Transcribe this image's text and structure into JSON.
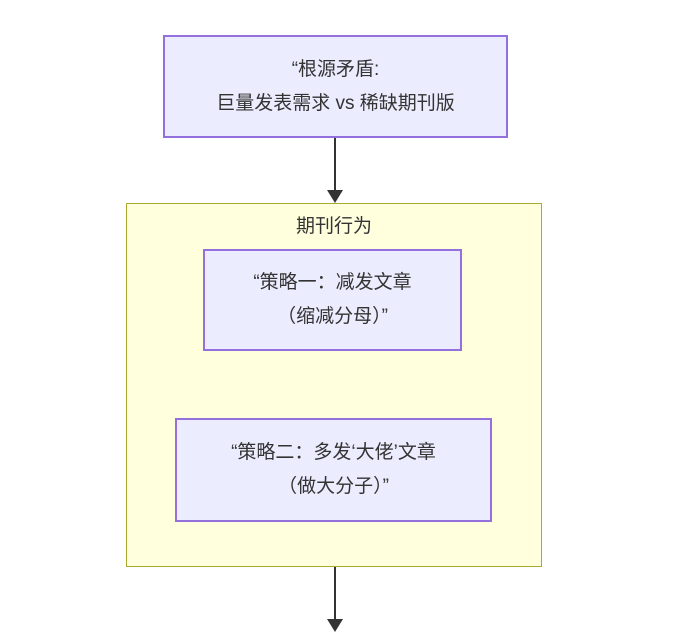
{
  "diagram": {
    "type": "flowchart",
    "direction": "top-down",
    "nodes": {
      "root": {
        "line1": "“根源矛盾:",
        "line2": "巨量发表需求 vs 稀缺期刊版"
      },
      "strategy1": {
        "line1": "“策略一：减发文章",
        "line2": "（缩减分母）”"
      },
      "strategy2": {
        "line1": "“策略二：多发‘大佬’文章",
        "line2": "（做大分子）”"
      }
    },
    "cluster": {
      "title": "期刊行为",
      "contains": [
        "strategy1",
        "strategy2"
      ]
    },
    "edges": [
      {
        "from": "root",
        "to": "cluster-journal-behavior",
        "arrow": "down"
      },
      {
        "from": "cluster-journal-behavior",
        "to": "offscreen-bottom",
        "arrow": "down"
      }
    ],
    "colors": {
      "node_fill": "#ececff",
      "node_border": "#9370db",
      "cluster_fill": "#ffffde",
      "cluster_border": "#aaaa33",
      "text": "#333333",
      "arrow": "#333333",
      "background": "#ffffff"
    }
  }
}
